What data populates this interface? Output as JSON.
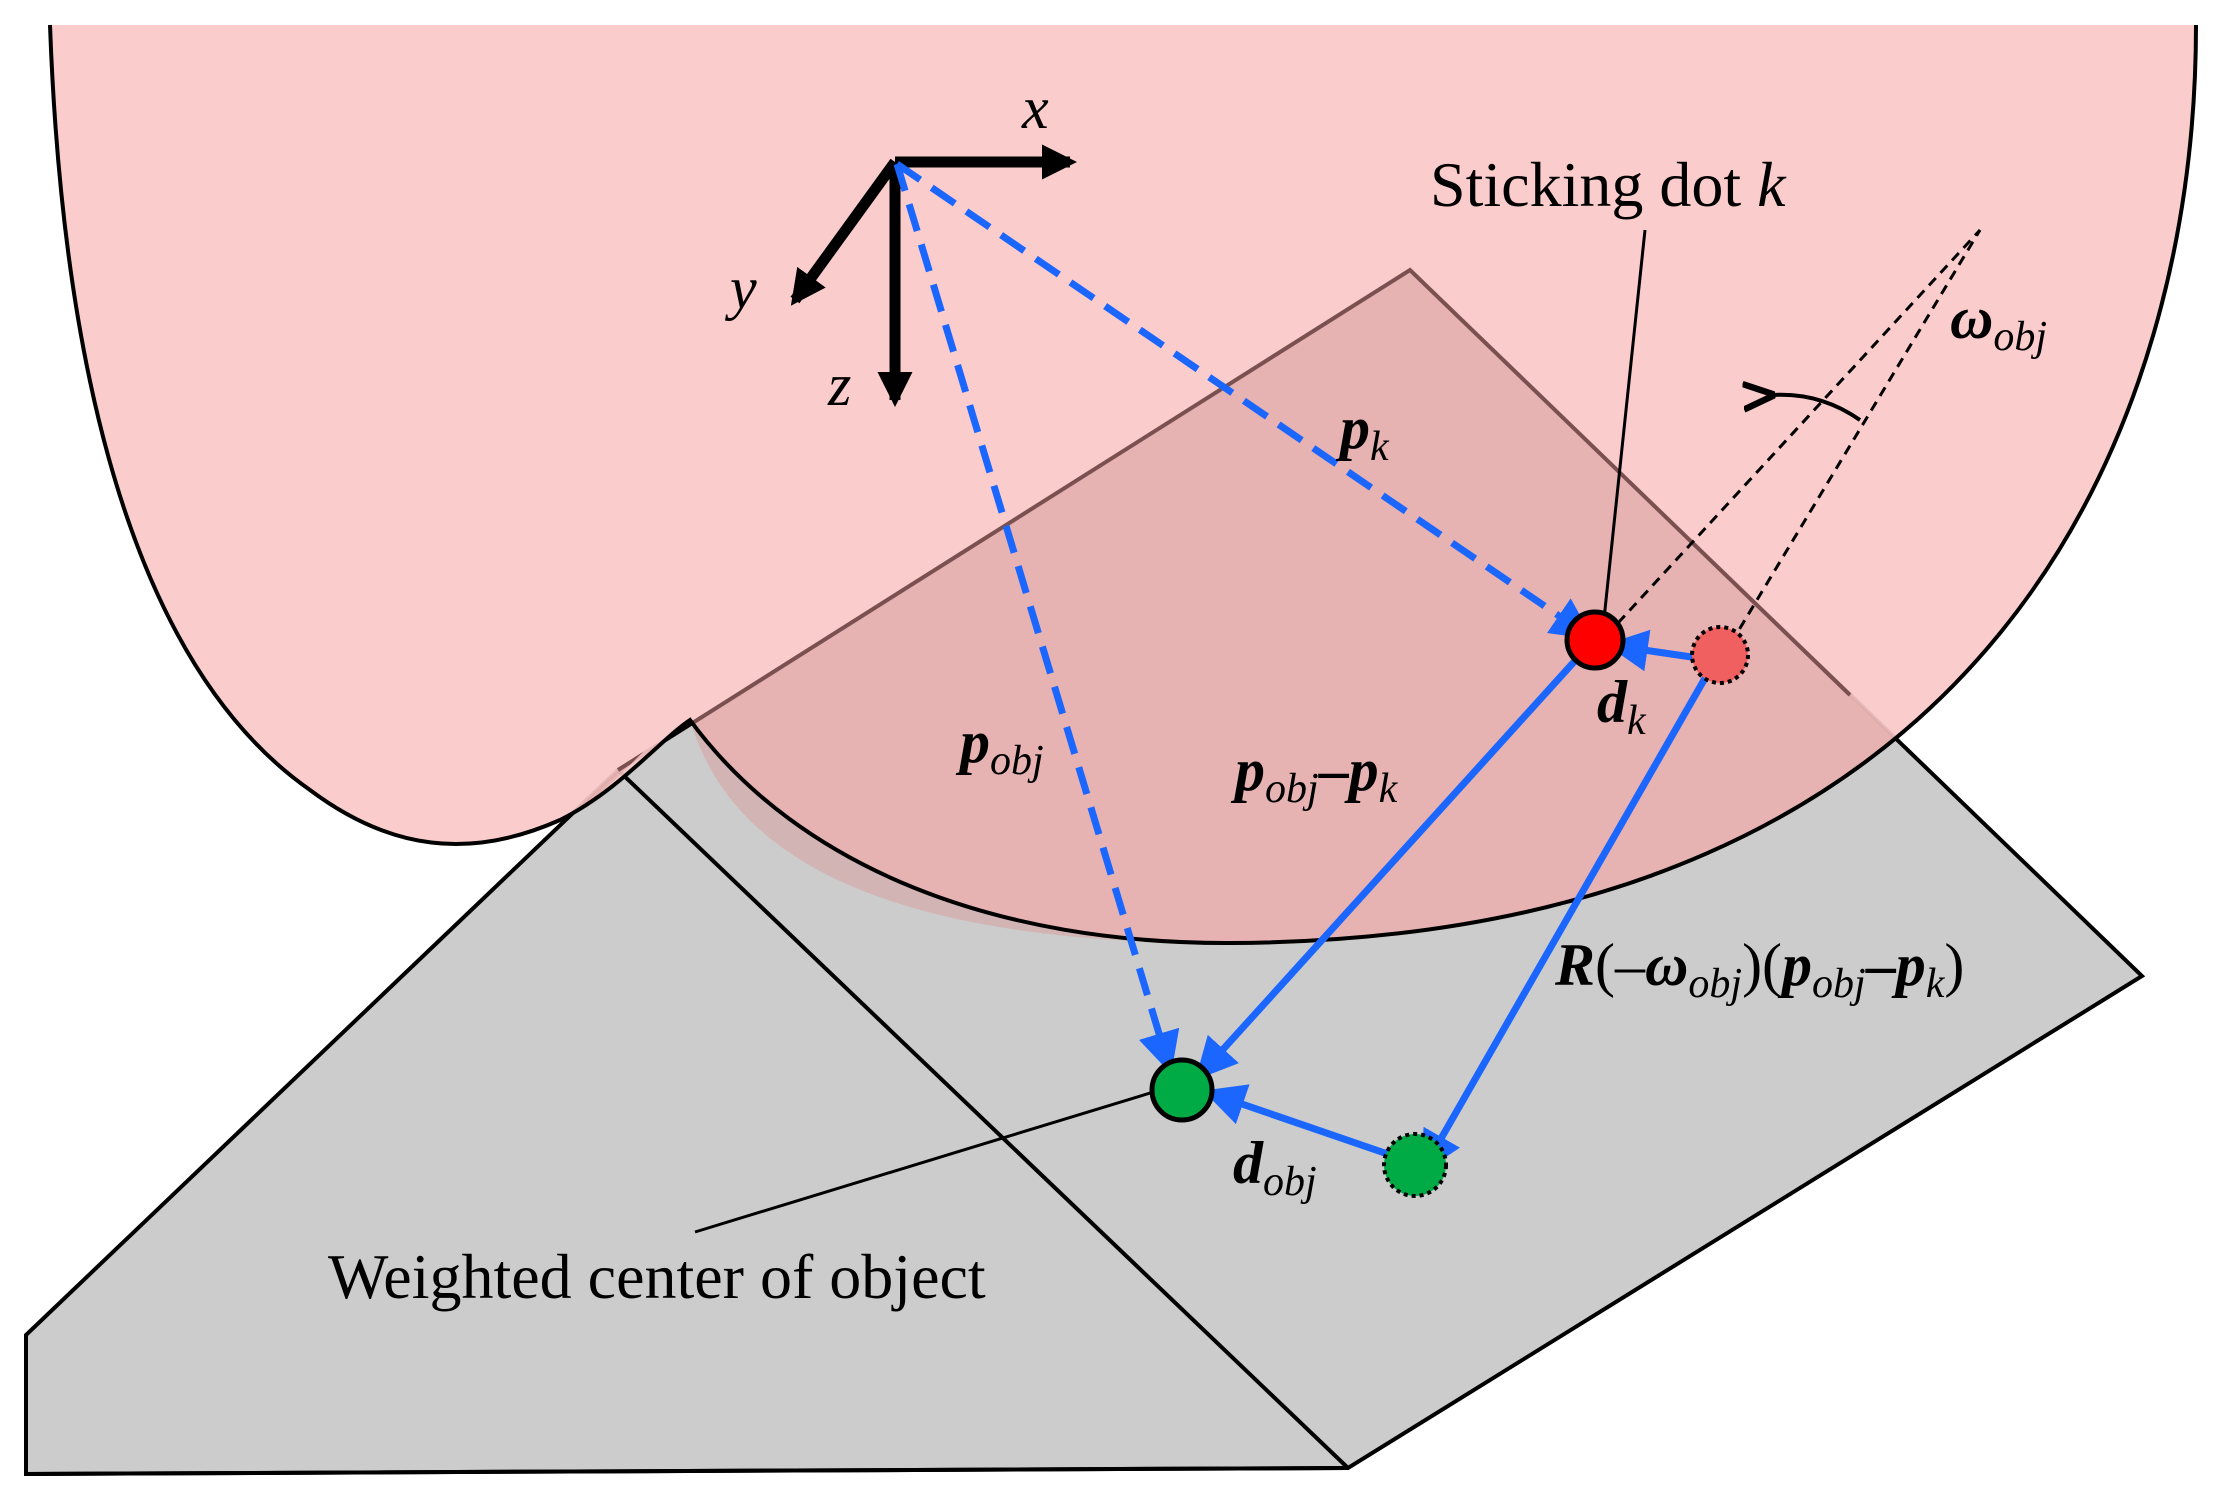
{
  "labels": {
    "axis_x": "x",
    "axis_y": "y",
    "axis_z": "z",
    "sticking_dot": "Sticking dot k",
    "sticking_dot_main": "Sticking dot ",
    "sticking_dot_k": "k",
    "weighted_center": "Weighted center of object",
    "p_k_main": "p",
    "p_k_sub": "k",
    "p_obj_main": "p",
    "p_obj_sub": "obj",
    "d_k_main": "d",
    "d_k_sub": "k",
    "d_obj_main": "d",
    "d_obj_sub": "obj",
    "omega_main": "ω",
    "omega_sub": "obj",
    "diff_p1": "p",
    "diff_s1": "obj",
    "diff_minus": "–",
    "diff_p2": "p",
    "diff_s2": "k",
    "rot_R": "R",
    "rot_open": "(–",
    "rot_omega": "ω",
    "rot_omega_sub": "obj",
    "rot_close": ")(",
    "rot_p1": "p",
    "rot_s1": "obj",
    "rot_minus": "–",
    "rot_p2": "p",
    "rot_s2": "k",
    "rot_end": ")"
  },
  "colors": {
    "finger": "#fbc8c8",
    "overlap": "#e6b3b3",
    "object": "#cccccc",
    "vector_blue": "#1a66ff",
    "dot_red": "#ff0000",
    "dot_red_faded": "#f06060",
    "dot_green": "#00aa44",
    "outline": "#000000"
  }
}
